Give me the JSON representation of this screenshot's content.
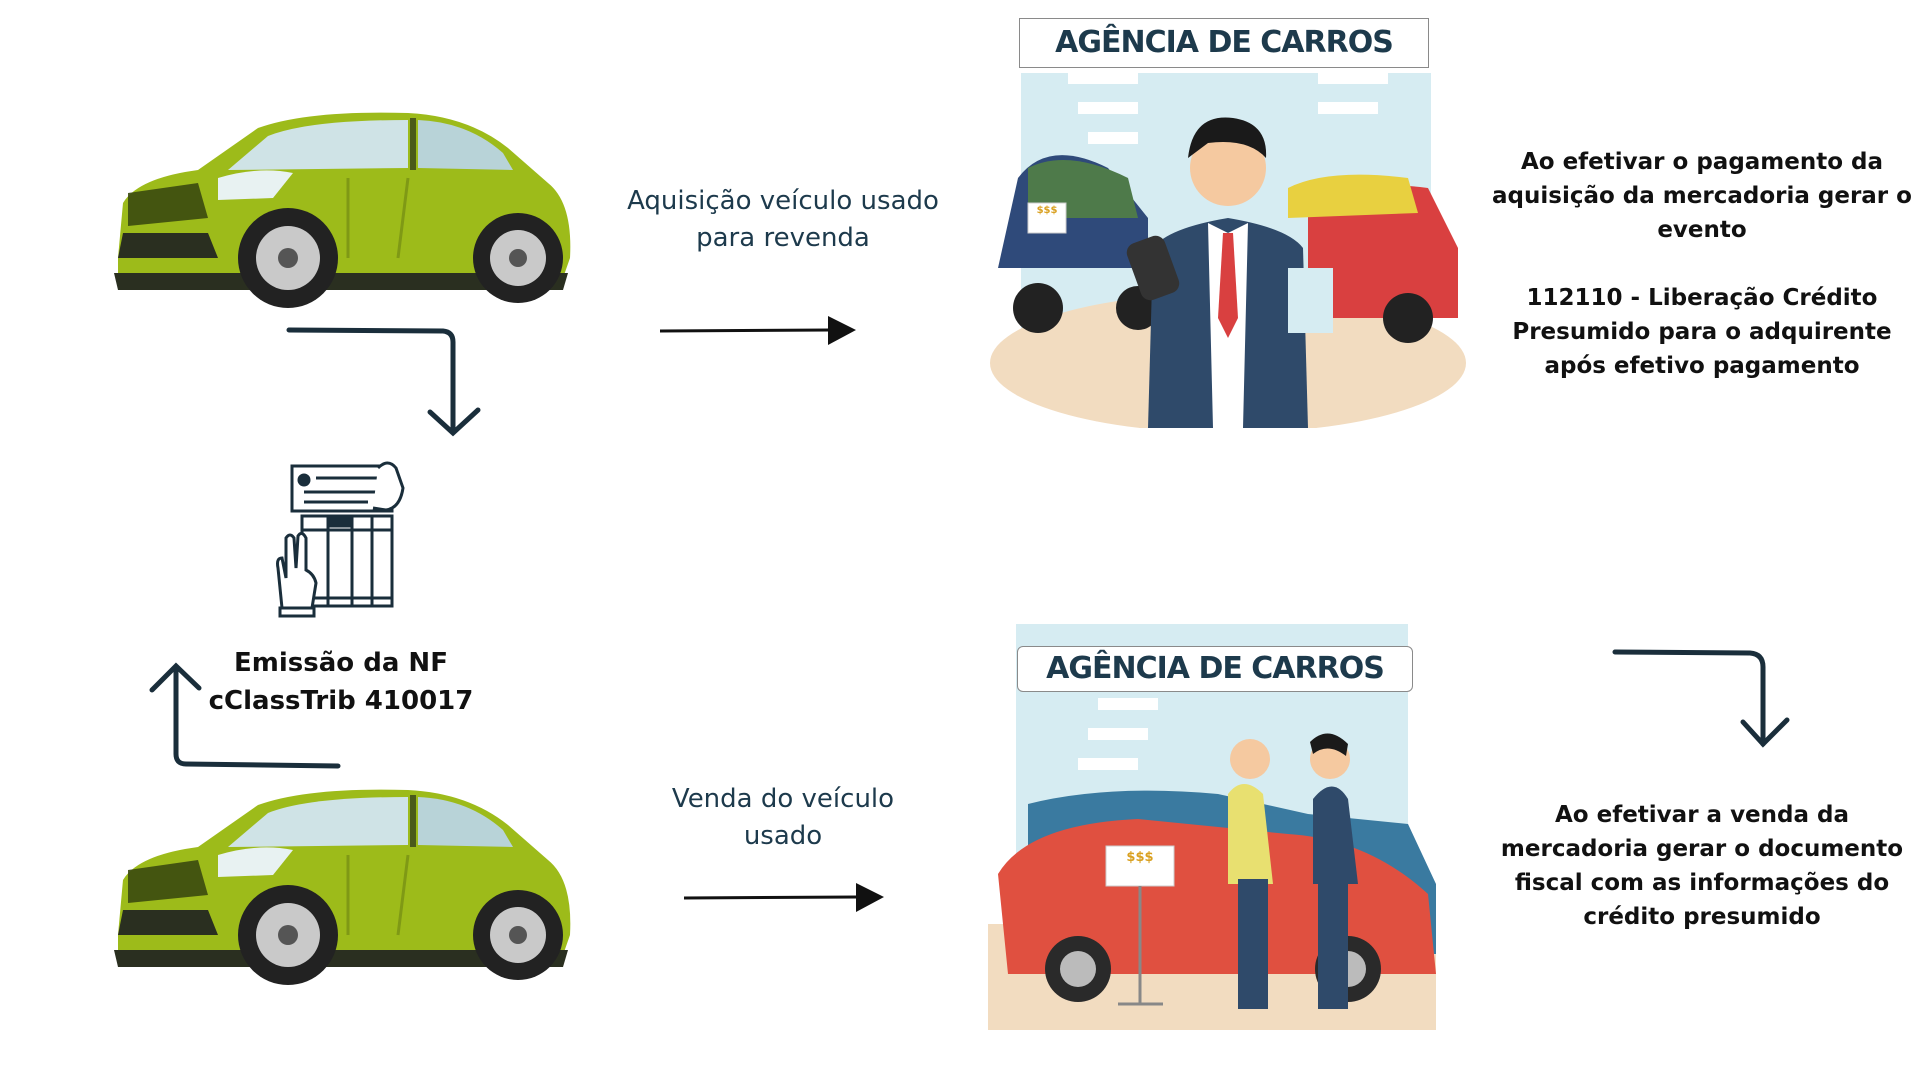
{
  "labels": {
    "acquisition": [
      "Aquisição veículo usado",
      "para revenda"
    ],
    "sale": [
      "Venda do veículo",
      "usado"
    ],
    "nf": [
      "Emissão da NF",
      "cClassTrib 410017"
    ]
  },
  "agency_sign": "AGÊNCIA DE CARROS",
  "price_tag": "$$$",
  "notes": {
    "payment": [
      "Ao efetivar o pagamento da",
      "aquisição da mercadoria  gerar o",
      "evento",
      "",
      "112110 - Liberação Crédito",
      "Presumido para o adquirente",
      "após efetivo pagamento"
    ],
    "sale": [
      "Ao efetivar a venda da",
      "mercadoria  gerar o documento",
      "fiscal com as informações do",
      "crédito presumido"
    ]
  },
  "colors": {
    "car": "#9dbb1a",
    "arrow": "#1a2e3b",
    "text_teal": "#1d3a4c"
  }
}
